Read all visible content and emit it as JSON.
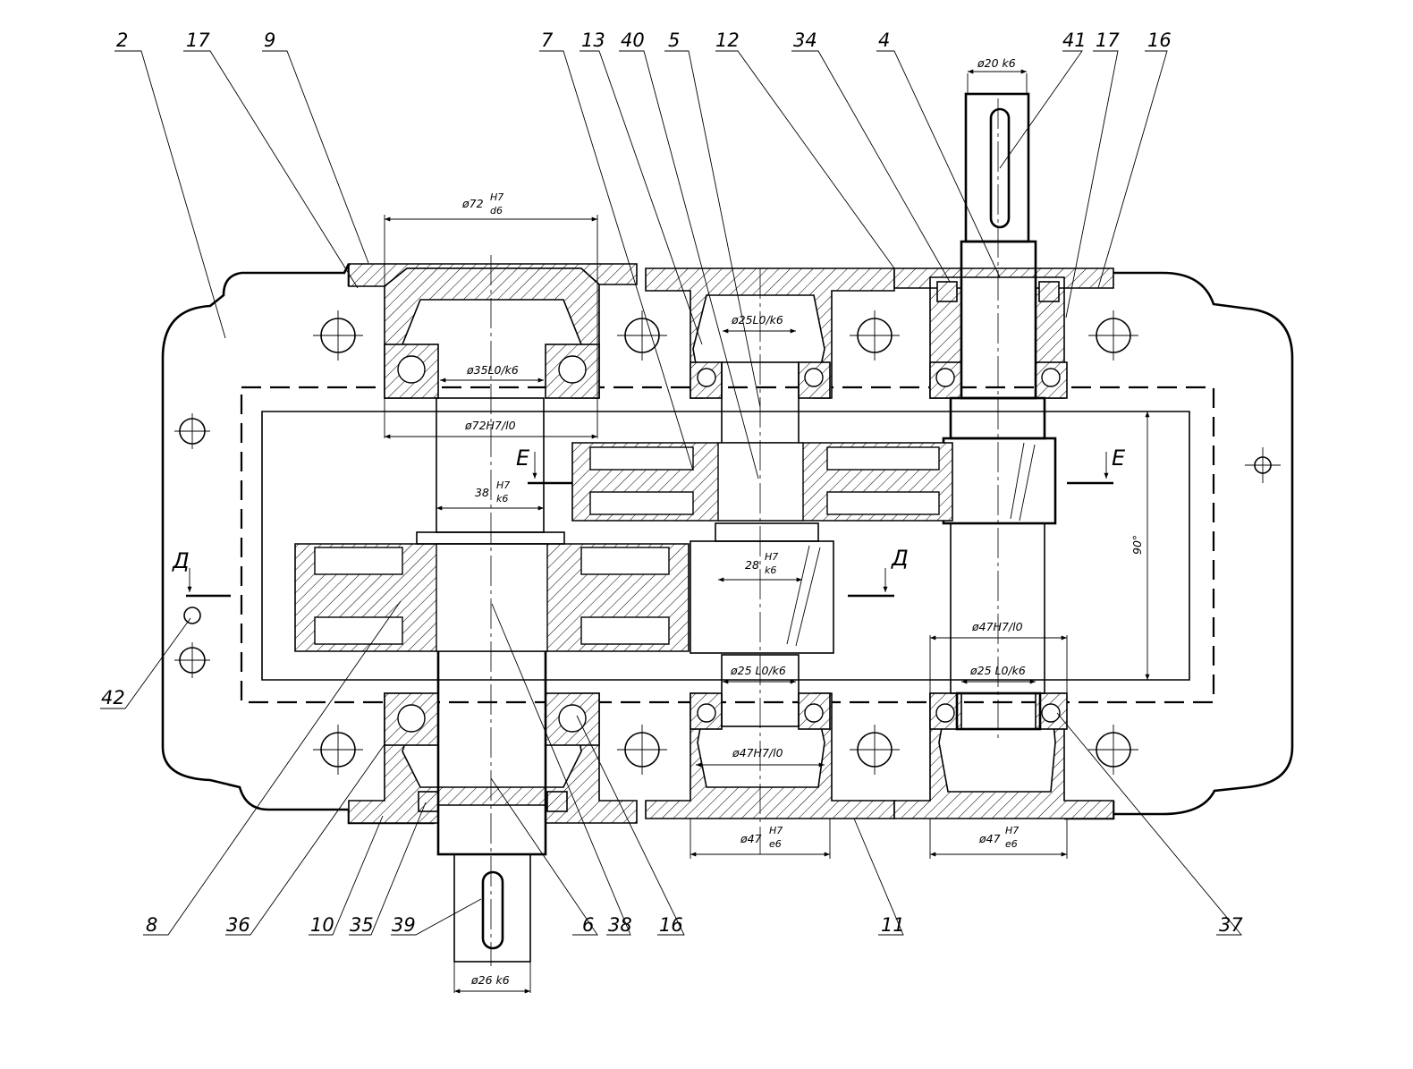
{
  "drawing": {
    "position_labels": [
      "2",
      "17",
      "9",
      "7",
      "13",
      "40",
      "5",
      "12",
      "34",
      "4",
      "41",
      "17",
      "16",
      "42",
      "8",
      "36",
      "10",
      "35",
      "39",
      "6",
      "38",
      "16",
      "11",
      "37"
    ],
    "dimensions": {
      "d20k6": "ø20  k6",
      "d72_main": "ø72",
      "d72_num": "H7",
      "d72_den": "d6",
      "d35": "ø35L0/k6",
      "d72h7": "ø72H7/l0",
      "d38_main": "38",
      "d38_num": "H7",
      "d38_den": "k6",
      "d25top": "ø25L0/k6",
      "d28_main": "28",
      "d28_num": "H7",
      "d28_den": "k6",
      "d25bot": "ø25 L0/k6",
      "d47h7_mid": "ø47H7/l0",
      "d47_mid_main": "ø47",
      "d47_mid_num": "H7",
      "d47_mid_den": "e6",
      "d47h7_right": "ø47H7/l0",
      "d25_right": "ø25 L0/k6",
      "d47_right_main": "ø47",
      "d47_right_num": "H7",
      "d47_right_den": "e6",
      "d26k6": "ø26  k6",
      "angle90": "90°"
    },
    "section_marks": {
      "E_left": "E",
      "E_right": "E",
      "D_left": "Д",
      "D_right": "Д"
    }
  }
}
